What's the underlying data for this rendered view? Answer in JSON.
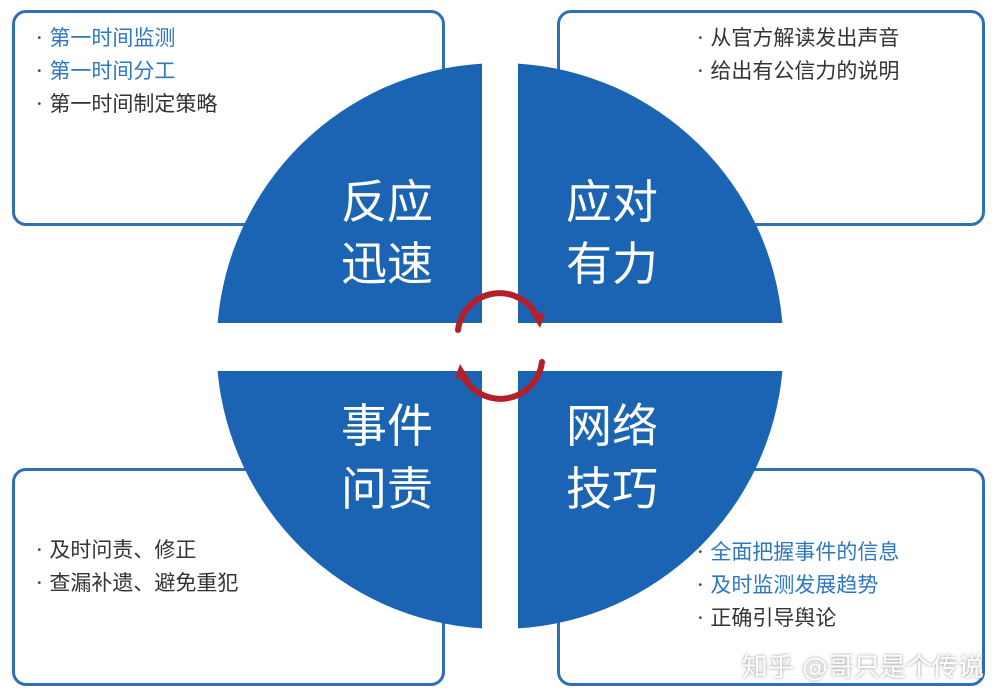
{
  "quadrants": {
    "top_left": {
      "line1": "反应",
      "line2": "迅速"
    },
    "top_right": {
      "line1": "应对",
      "line2": "有力"
    },
    "bottom_left": {
      "line1": "事件",
      "line2": "问责"
    },
    "bottom_right": {
      "line1": "网络",
      "line2": "技巧"
    }
  },
  "panels": {
    "top_left": [
      "第一时间监测",
      "第一时间分工",
      "第一时间制定策略"
    ],
    "top_right": [
      "从官方解读发出声音",
      "给出有公信力的说明"
    ],
    "bottom_left": [
      "及时问责、修正",
      "查漏补遗、避免重犯"
    ],
    "bottom_right": [
      "全面把握事件的信息",
      "及时监测发展趋势",
      "正确引导舆论"
    ]
  },
  "watermark": "知乎 @哥只是个传说",
  "colors": {
    "quadrant_fill": "#1b64b3",
    "border": "#2f6fb7",
    "arrows": "#b3202a",
    "highlight_text": "#2d77c2"
  }
}
